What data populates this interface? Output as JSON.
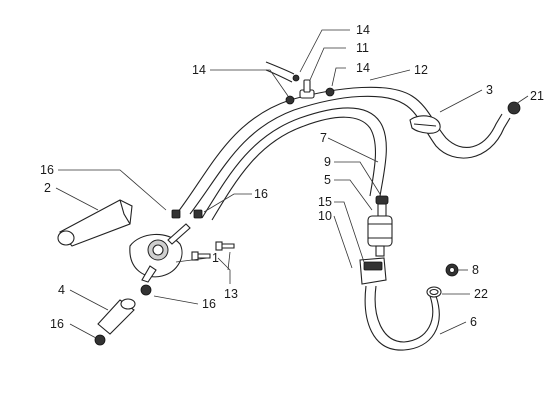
{
  "callouts": {
    "c14a": "14",
    "c11": "11",
    "c14b": "14",
    "c12": "12",
    "c14c": "14",
    "c3": "3",
    "c21": "21",
    "c7": "7",
    "c9": "9",
    "c5": "5",
    "c15": "15",
    "c10": "10",
    "c16a": "16",
    "c2": "2",
    "c16b": "16",
    "c1": "1",
    "c13": "13",
    "c16c": "16",
    "c4": "4",
    "c16d": "16",
    "c8": "8",
    "c22": "22",
    "c6": "6"
  }
}
